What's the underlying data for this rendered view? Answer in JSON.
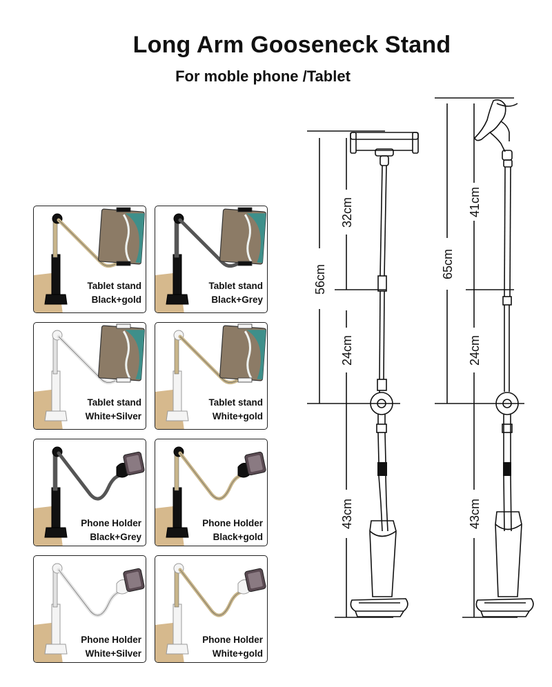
{
  "header": {
    "title": "Long Arm Gooseneck Stand",
    "subtitle": "For moble phone /Tablet"
  },
  "products": [
    {
      "line1": "Tablet stand",
      "line2": "Black+gold",
      "kind": "tablet",
      "arm_color": "#c8b58a",
      "base_color": "#111111"
    },
    {
      "line1": "Tablet stand",
      "line2": "Black+Grey",
      "kind": "tablet",
      "arm_color": "#555555",
      "base_color": "#111111"
    },
    {
      "line1": "Tablet stand",
      "line2": "White+Silver",
      "kind": "tablet",
      "arm_color": "#e2e2e2",
      "base_color": "#f4f4f4"
    },
    {
      "line1": "Tablet stand",
      "line2": "White+gold",
      "kind": "tablet",
      "arm_color": "#c8b58a",
      "base_color": "#f4f4f4"
    },
    {
      "line1": "Phone Holder",
      "line2": "Black+Grey",
      "kind": "phone",
      "arm_color": "#555555",
      "base_color": "#111111"
    },
    {
      "line1": "Phone Holder",
      "line2": "Black+gold",
      "kind": "phone",
      "arm_color": "#c8b58a",
      "base_color": "#111111"
    },
    {
      "line1": "Phone Holder",
      "line2": "White+Silver",
      "kind": "phone",
      "arm_color": "#e2e2e2",
      "base_color": "#f4f4f4"
    },
    {
      "line1": "Phone Holder",
      "line2": "White+gold",
      "kind": "phone",
      "arm_color": "#c8b58a",
      "base_color": "#f4f4f4"
    }
  ],
  "dimensions": {
    "tablet_total": "56cm",
    "tablet_top": "32cm",
    "tablet_mid": "24cm",
    "tablet_bottom": "43cm",
    "phone_total": "65cm",
    "phone_top": "41cm",
    "phone_mid": "24cm",
    "phone_bottom": "43cm"
  },
  "colors": {
    "desk": "#d6b98d",
    "tablet_screen": "#8c7b66",
    "sea": "#3e8f8a",
    "foam": "#eef3f1"
  }
}
